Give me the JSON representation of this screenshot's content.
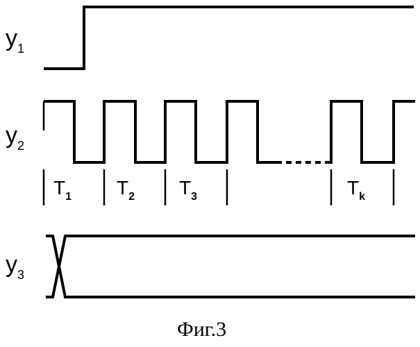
{
  "signals": [
    {
      "letter": "y",
      "sub": "1"
    },
    {
      "letter": "y",
      "sub": "2"
    },
    {
      "letter": "y",
      "sub": "3"
    }
  ],
  "periods": [
    {
      "letter": "T",
      "sub": "1"
    },
    {
      "letter": "T",
      "sub": "2"
    },
    {
      "letter": "T",
      "sub": "3"
    },
    {
      "letter": "T",
      "sub": "k"
    }
  ],
  "caption": "Фиг.3"
}
